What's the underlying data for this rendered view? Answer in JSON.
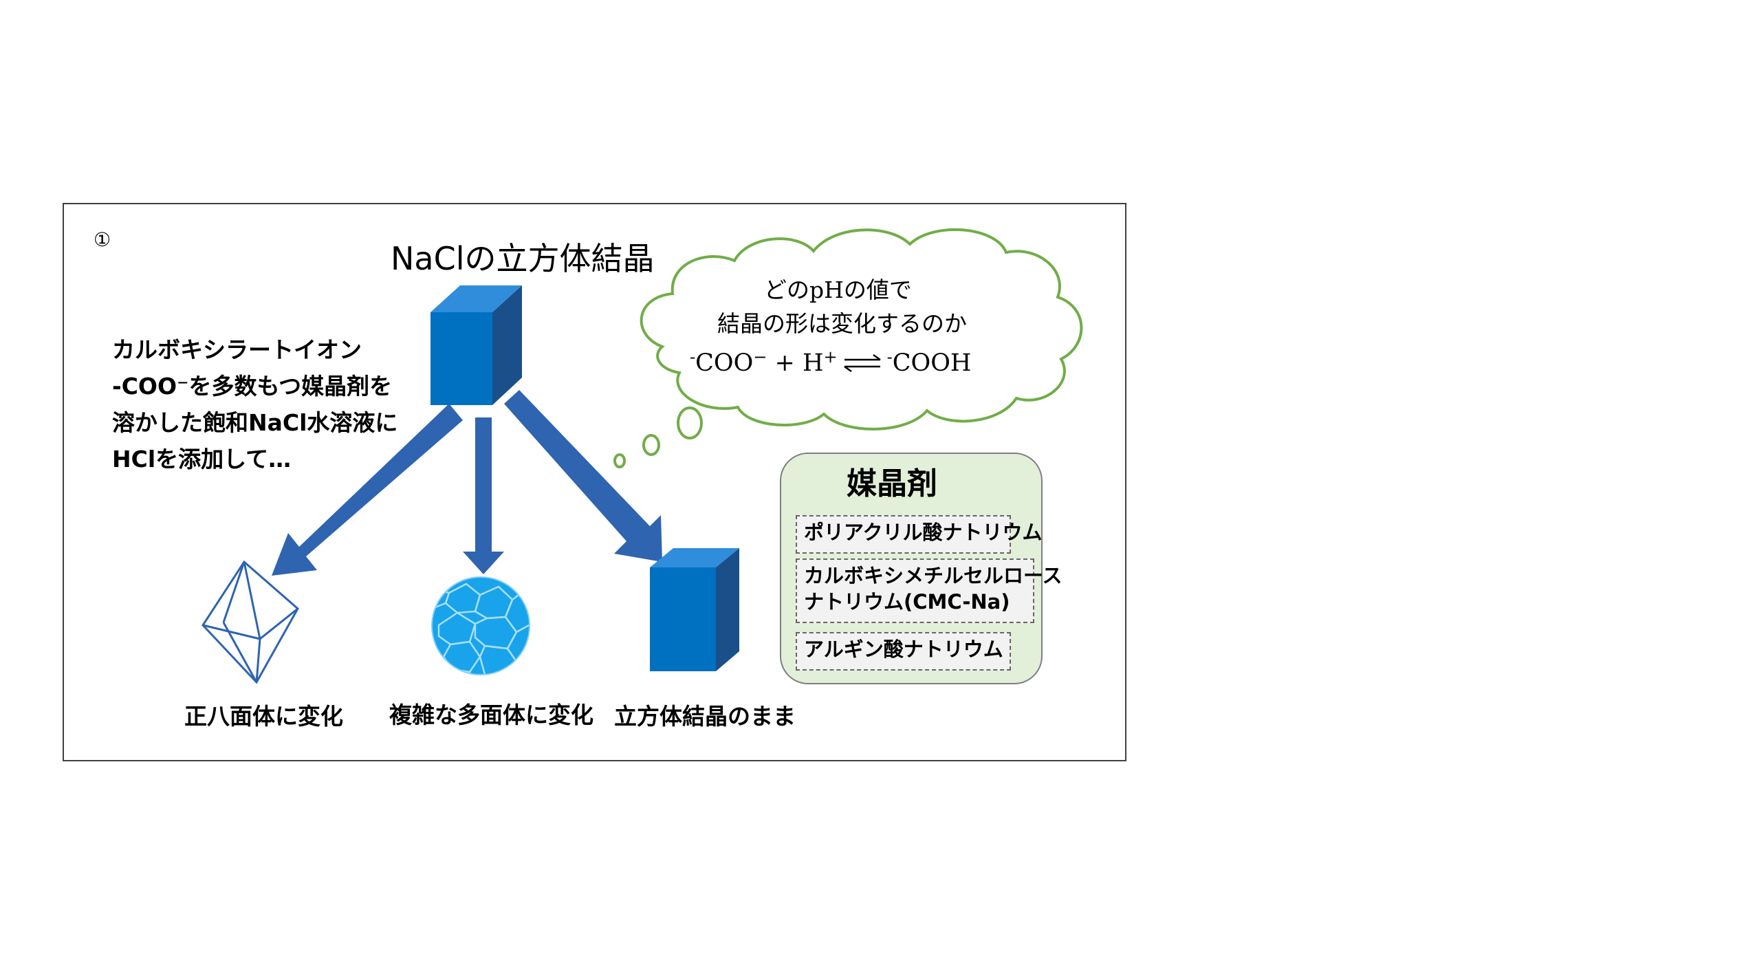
{
  "circled_number": "①",
  "title": "NaClの立方体結晶",
  "description": [
    "カルボキシラートイオン",
    "-COO⁻を多数もつ媒晶剤を",
    "溶かした飽和NaCl水溶液に",
    "HClを添加して…"
  ],
  "outcomes": [
    "正八面体に変化",
    "複雑な多面体に変化",
    "立方体結晶のまま"
  ],
  "thought": {
    "line1": "どのpHの値で",
    "line2": "結晶の形は変化するのか",
    "eq_left_sup": "-",
    "eq_left": "COO",
    "eq_left_charge": "−",
    "eq_plus": " + H",
    "eq_h_sup": "+",
    "eq_right_sup": "-",
    "eq_right": "COOH"
  },
  "agents": {
    "title": "媒晶剤",
    "items": [
      [
        "ポリアクリル酸ナトリウム"
      ],
      [
        "カルボキシメチルセルロース",
        "ナトリウム(CMC-Na)"
      ],
      [
        "アルギン酸ナトリウム"
      ]
    ]
  },
  "colors": {
    "cube_front": "#0070c0",
    "cube_top": "#2f8ddb",
    "cube_side": "#1a4f8a",
    "arrow": "#2e64b0",
    "cloud_stroke": "#70ad47",
    "agent_box_fill": "#e2efd9",
    "agent_box_stroke": "#7f7f7f",
    "octahedron_stroke": "#2e64b0",
    "polyhedron_fill": "#19a3ea"
  }
}
